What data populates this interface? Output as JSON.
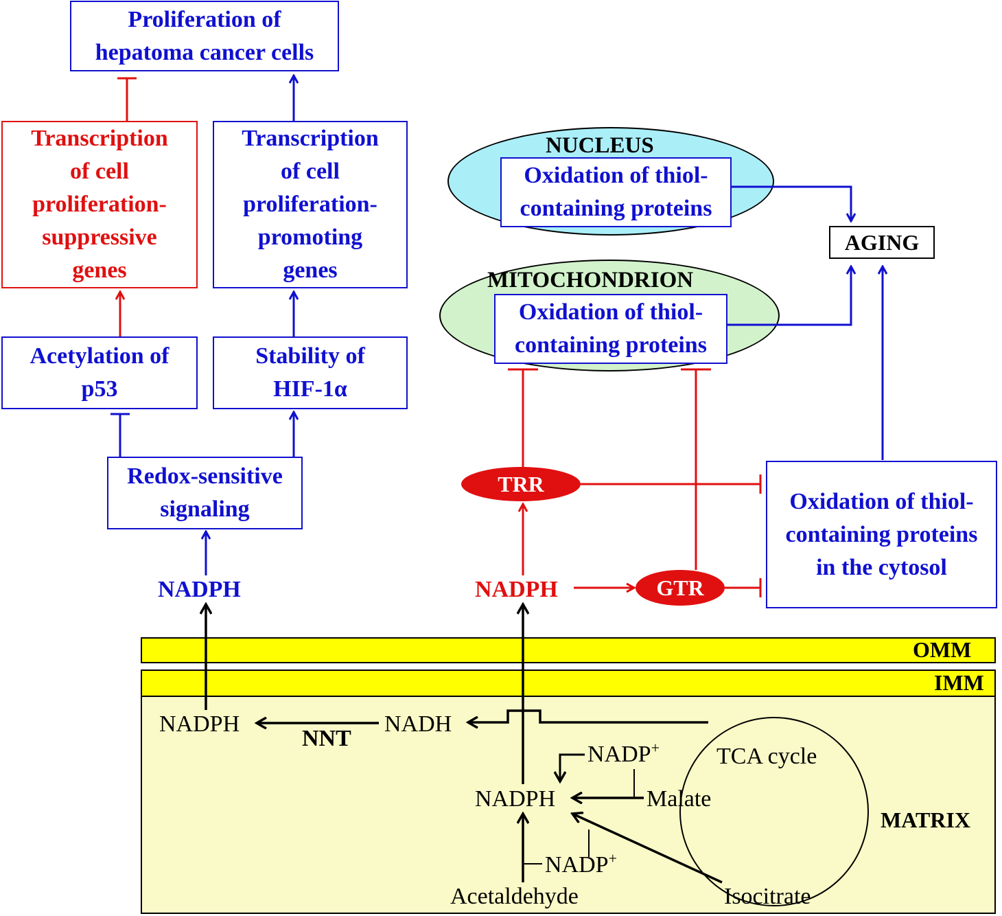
{
  "proliferation": {
    "line1": "Proliferation of",
    "line2": "hepatoma cancer cells"
  },
  "suppressive": {
    "line1": "Transcription",
    "line2": "of cell",
    "line3": "proliferation-",
    "line4": "suppressive",
    "line5": "genes"
  },
  "promoting": {
    "line1": "Transcription",
    "line2": "of cell",
    "line3": "proliferation-",
    "line4": "promoting",
    "line5": "genes"
  },
  "acetylation": {
    "line1": "Acetylation of",
    "line2": "p53"
  },
  "stability": {
    "line1": "Stability of",
    "line2": "HIF-1α"
  },
  "redox": {
    "line1": "Redox-sensitive",
    "line2": "signaling"
  },
  "nadph_blue": "NADPH",
  "nadph_red": "NADPH",
  "nucleus": {
    "title": "NUCLEUS",
    "line1": "Oxidation of thiol-",
    "line2": "containing proteins"
  },
  "mitochondrion": {
    "title": "MITOCHONDRION",
    "line1": "Oxidation of thiol-",
    "line2": "containing proteins"
  },
  "aging": "AGING",
  "cytosol": {
    "line1": "Oxidation of thiol-",
    "line2": "containing proteins",
    "line3": "in the cytosol"
  },
  "trr": "TRR",
  "gtr": "GTR",
  "membranes": {
    "omm": "OMM",
    "imm": "IMM",
    "matrix": "MATRIX"
  },
  "matrix": {
    "nadph_left": "NADPH",
    "nnt": "NNT",
    "nadh": "NADH",
    "tca": "TCA cycle",
    "nadp1": "NADP",
    "nadp2": "NADP",
    "plus": "+",
    "nadph_center": "NADPH",
    "malate": "Malate",
    "acetaldehyde": "Acetaldehyde",
    "isocitrate": "Isocitrate"
  },
  "colors": {
    "blue": "#1010d0",
    "red": "#e01010",
    "black": "#000000",
    "nucleus_fill": "#aaeef8",
    "mito_fill": "#d2f2cc",
    "membrane": "#ffff00",
    "matrix_fill": "#fafac8"
  }
}
